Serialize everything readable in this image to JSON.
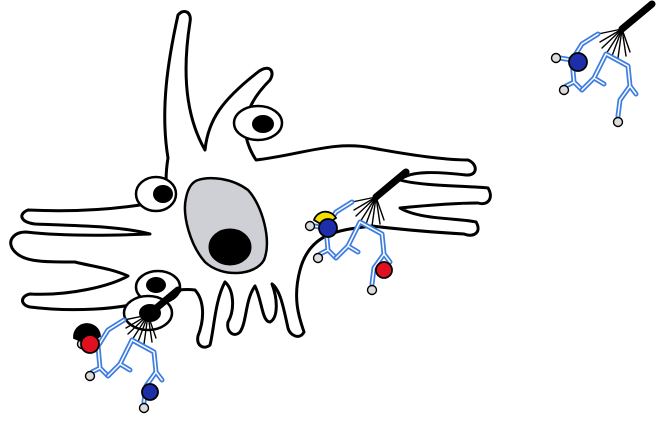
{
  "colors": {
    "background": "#ffffff",
    "outline": "#000000",
    "cell_fill": "#ffffff",
    "nucleus_fill": "#cfcfd6",
    "nucleolus": "#000000",
    "chain_blue": "#3f7ee0",
    "chain_blue_light": "#9cc3f2",
    "anchor_dot": "#dcdcdc",
    "antigen_blue": "#1c2fa8",
    "antigen_red": "#e01020",
    "antigen_yellow": "#f3e000"
  },
  "icons": {
    "cell": "dendritic-cell",
    "molecule": "y-shaped-receptor",
    "antigen": "filled-circle"
  }
}
